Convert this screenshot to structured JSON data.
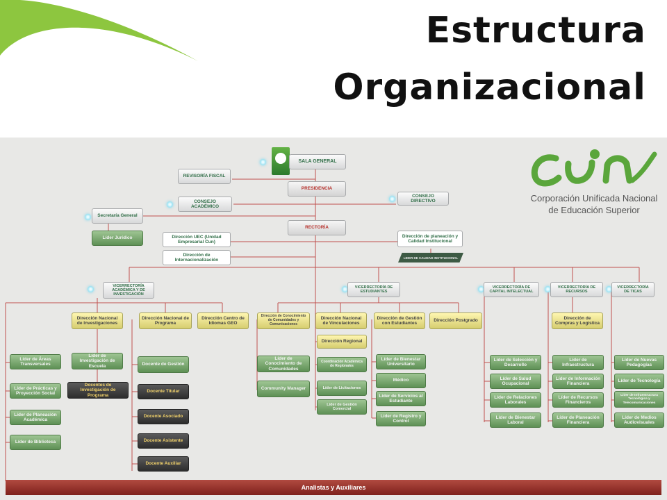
{
  "title": {
    "line1": "Estructura",
    "line2": "Organizacional"
  },
  "logo": {
    "mark": "cun",
    "line1": "Corporación Unificada Nacional",
    "line2": "de Educación Superior"
  },
  "colors": {
    "green_accent": "#8dc63f",
    "dark_green": "#2f6d46",
    "red_text": "#b7312c",
    "line_red": "#c0504d",
    "bar": "#9c352f"
  },
  "nodes": {
    "sala_general": "SALA GENERAL",
    "revisoria": "REVISORÍA FISCAL",
    "presidencia": "PRESIDENCIA",
    "consejo_academico": "CONSEJO ACADÉMICO",
    "consejo_directivo": "CONSEJO DIRECTIVO",
    "secretaria": "Secretaría General",
    "lider_juridico": "Líder Jurídico",
    "rectoria": "RECTORÍA",
    "uec": "Dirección UEC (Unidad Empresarial Cun)",
    "planeacion": "Dirección de planeación y Calidad Institucional",
    "internacional": "Dirección de Internacionalización",
    "lider_calidad": "LIDER DE CALIDAD INSTITUCIONAL",
    "vic_academica": "VICERRECTORÍA ACADÉMICA Y DE INVESTIGACIÓN",
    "vic_estudiantes": "VICERRECTORÍA DE ESTUDIANTES",
    "vic_capital": "VICERRECTORÍA DE CAPITAL INTELECTUAL",
    "vic_recursos": "VICERRECTORÍA DE RECURSOS",
    "vic_ticas": "VICERRECTORÍA DE TICAS",
    "dir_investigaciones": "Dirección Nacional de Investigaciones",
    "dir_programa": "Dirección Nacional de Programa",
    "dir_idiomas": "Dirección Centro de Idiomas GEO",
    "dir_comunidades": "Dirección de Conocimiento de Comunidades y Comunicaciones",
    "dir_vinculaciones": "Dirección Nacional de Vinculaciones",
    "dir_gestion_est": "Dirección de Gestión con Estudiantes",
    "dir_postgrado": "Dirección Postgrado",
    "dir_compras": "Dirección de Compras y Logística",
    "lider_areas": "Líder de Áreas Transversales",
    "lider_practicas": "Líder de Prácticas y Proyección Social",
    "lider_planeacion_acad": "Líder de Planeación Académica",
    "lider_biblioteca": "Líder de Biblioteca",
    "lider_invest_escuela": "Líder de Investigación de Escuela",
    "docentes_invest": "Docentes de Investigación de Programa",
    "docente_gestion": "Docente de Gestión",
    "docente_titular": "Docente Titular",
    "docente_asociado": "Docente Asociado",
    "docente_asistente": "Docente Asistente",
    "docente_auxiliar": "Docente Auxiliar",
    "lider_conoc_comunidades": "Líder de Conocimiento de Comunidades",
    "community_manager": "Community Manager",
    "dir_regional": "Dirección Regional",
    "coord_regionales": "Coordinación Académica de Regionales",
    "lider_licitaciones": "Líder de Licitaciones",
    "lider_gestion_comercial": "Líder de Gestión Comercial",
    "lider_bienestar_univ": "Líder de Bienestar Universitario",
    "medico": "Médico",
    "lider_servicios_est": "Líder de Servicios al Estudiante",
    "lider_registro": "Líder de Registro y Control",
    "lider_seleccion": "Líder de Selección y Desarrollo",
    "lider_salud": "Líder de Salud Ocupacional",
    "lider_relaciones": "Líder de Relaciones Laborales",
    "lider_bienestar_lab": "Líder de Bienestar Laboral",
    "lider_infraestructura": "Líder de Infraestructura",
    "lider_info_fin": "Líder de Información Financiera",
    "lider_recursos_fin": "Líder de Recursos Financieros",
    "lider_planeacion_fin": "Líder de Planeación Financiera",
    "lider_pedagogias": "Líder de Nuevas Pedagogías",
    "lider_tecnologia": "Líder de Tecnología",
    "lider_infra_tec": "Líder de Infraestructura Tecnológica y Telecomunicaciones",
    "lider_medios": "Líder de Medios Audiovisuales",
    "analistas": "Analistas y Auxiliares"
  }
}
